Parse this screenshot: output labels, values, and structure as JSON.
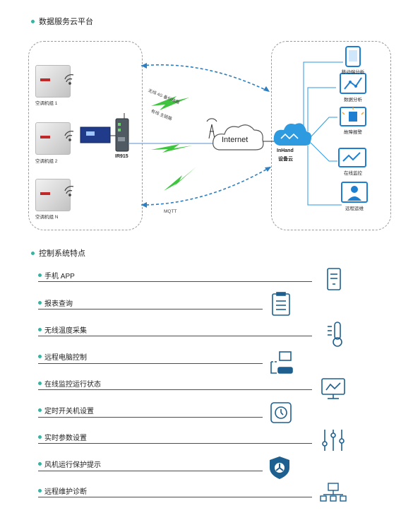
{
  "sections": {
    "platform_title": "数据服务云平台",
    "features_title": "控制系统特点"
  },
  "diagram": {
    "units": [
      {
        "label": "空调机组 1"
      },
      {
        "label": "空调机组 2"
      },
      {
        "label": "空调机组 N"
      }
    ],
    "router_label": "IR915",
    "link_labels": {
      "wireless": "无线 4G 备份链路",
      "wired": "有线 主链路",
      "protocol": "MQTT"
    },
    "internet_label": "Internet",
    "cloud_label_line1": "InHand",
    "cloud_label_line2": "设备云",
    "services": [
      {
        "label": "移动端分析",
        "icon": "mobile-icon"
      },
      {
        "label": "数据分析",
        "icon": "data-analysis-icon"
      },
      {
        "label": "故障报警",
        "icon": "alarm-icon"
      },
      {
        "label": "在线监控",
        "icon": "monitor-icon"
      },
      {
        "label": "远程运维",
        "icon": "remote-ops-icon"
      }
    ],
    "colors": {
      "blue": "#2e7fc1",
      "green": "#3ec43e",
      "dash": "#9a9a9a"
    }
  },
  "features": [
    {
      "label": "手机 APP",
      "icon": "phone-icon"
    },
    {
      "label": "报表查询",
      "icon": "report-icon"
    },
    {
      "label": "无线温度采集",
      "icon": "thermometer-icon"
    },
    {
      "label": "远程电脑控制",
      "icon": "remote-computer-icon"
    },
    {
      "label": "在线监控运行状态",
      "icon": "monitor-icon"
    },
    {
      "label": "定时开关机设置",
      "icon": "timer-icon"
    },
    {
      "label": "实时参数设置",
      "icon": "sliders-icon"
    },
    {
      "label": "风机运行保护提示",
      "icon": "fan-shield-icon"
    },
    {
      "label": "远程维护诊断",
      "icon": "network-icon"
    }
  ]
}
